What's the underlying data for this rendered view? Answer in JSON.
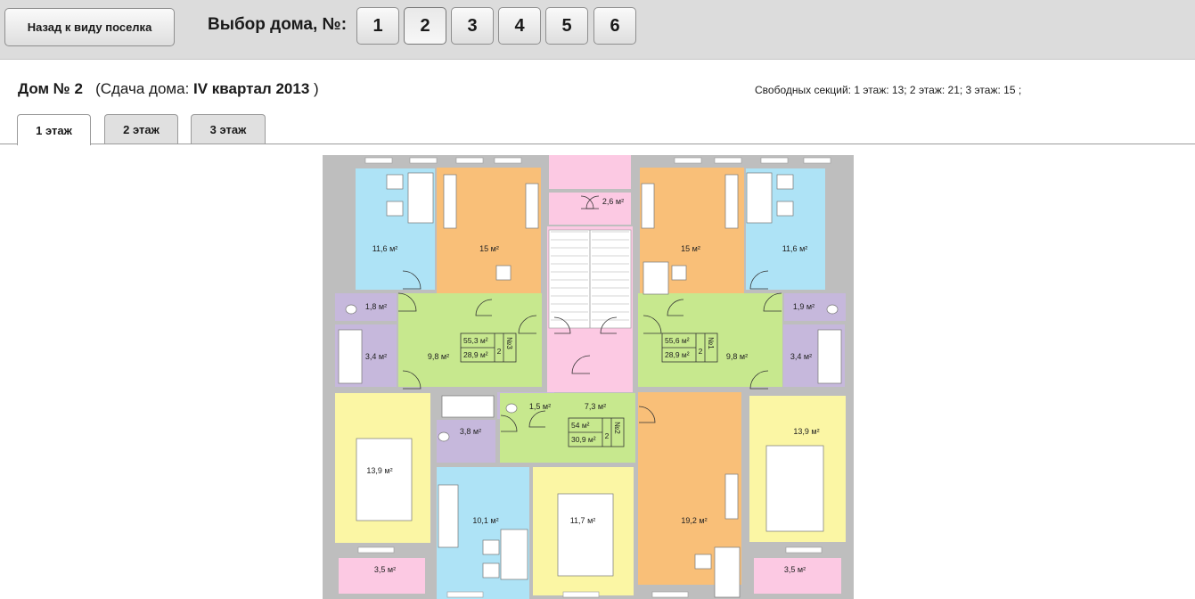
{
  "header": {
    "back_label": "Назад к виду поселка",
    "house_select_label": "Выбор дома, №:",
    "houses": [
      "1",
      "2",
      "3",
      "4",
      "5",
      "6"
    ],
    "selected_house": "2"
  },
  "house_info": {
    "title": "Дом № 2",
    "delivery_prefix": "(Сдача дома: ",
    "delivery_value": "IV квартал 2013",
    "delivery_suffix": " )"
  },
  "free_sections": "Свободных секций:  1 этаж:  13; 2 этаж:  21; 3 этаж:  15 ;",
  "tabs": [
    "1 этаж",
    "2 этаж",
    "3 этаж"
  ],
  "active_tab": "1 этаж",
  "colors": {
    "kitchen": "#aee3f6",
    "room_orange": "#f9bf78",
    "room_yellow": "#fbf6a4",
    "hall": "#c7e88e",
    "bath": "#c6b8dc",
    "stair": "#fcc9e3",
    "wall": "#bebebe"
  },
  "plan": {
    "rooms": [
      {
        "label": "11,6 м²",
        "type": "kitchen"
      },
      {
        "label": "15 м²",
        "type": "room_orange"
      },
      {
        "label": "2,6 м²",
        "type": "stair"
      },
      {
        "label": "15 м²",
        "type": "room_orange"
      },
      {
        "label": "11,6 м²",
        "type": "kitchen"
      },
      {
        "label": "1,8 м²",
        "type": "bath"
      },
      {
        "label": "1,9 м²",
        "type": "bath"
      },
      {
        "label": "3,4 м²",
        "type": "bath"
      },
      {
        "label": "9,8 м²",
        "type": "hall"
      },
      {
        "label": "9,8 м²",
        "type": "hall"
      },
      {
        "label": "3,4 м²",
        "type": "bath"
      },
      {
        "label": "1,5 м²",
        "type": "bath"
      },
      {
        "label": "7,3 м²",
        "type": "hall"
      },
      {
        "label": "3,8 м²",
        "type": "bath"
      },
      {
        "label": "13,9 м²",
        "type": "room_yellow"
      },
      {
        "label": "13,9 м²",
        "type": "room_yellow"
      },
      {
        "label": "10,1 м²",
        "type": "kitchen"
      },
      {
        "label": "11,7 м²",
        "type": "room_yellow"
      },
      {
        "label": "19,2 м²",
        "type": "room_orange"
      },
      {
        "label": "3,5 м²",
        "type": "stair"
      },
      {
        "label": "3,5 м²",
        "type": "stair"
      }
    ],
    "apartments": [
      {
        "total": "55,3 м²",
        "living": "28,9 м²",
        "rooms": "2",
        "number": "№3"
      },
      {
        "total": "55,6 м²",
        "living": "28,9 м²",
        "rooms": "2",
        "number": "№1"
      },
      {
        "total": "54 м²",
        "living": "30,9 м²",
        "rooms": "2",
        "number": "№2"
      }
    ]
  }
}
